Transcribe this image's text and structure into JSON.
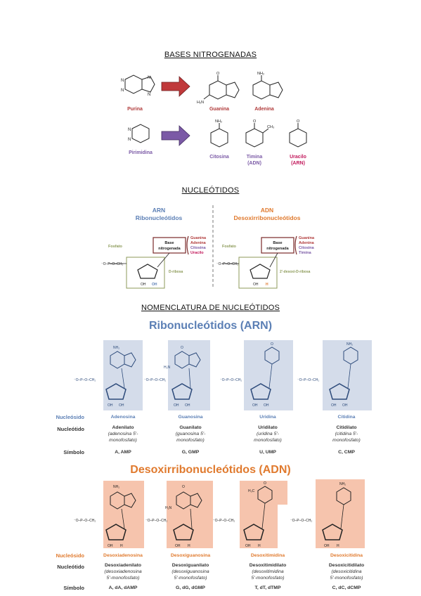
{
  "sections": {
    "bases_title": "BASES NITROGENADAS",
    "nucleotidos_title": "NUCLEÓTIDOS",
    "nomenclatura_title": "NOMENCLATURA DE NUCLEÓTIDOS"
  },
  "bases": {
    "purina": "Purina",
    "guanina": "Guanina",
    "adenina": "Adenina",
    "pirimidina": "Pirimidina",
    "citosina": "Citosina",
    "timina": "Timina",
    "timina_sub": "(ADN)",
    "uracilo": "Uracilo",
    "uracilo_sub": "(ARN)",
    "colors": {
      "purine_arrow": "#c0393b",
      "pyrimidine_arrow": "#7b5aa6",
      "purine_text": "#b03a3a",
      "pyrimidine_text": "#7b5aa6",
      "uracil_text": "#c2185b"
    }
  },
  "nucleotidos": {
    "arn_title": "ARN",
    "arn_sub": "Ribonucleótidos",
    "adn_title": "ADN",
    "adn_sub": "Desoxirribonucleótidos",
    "fosfato": "Fosfato",
    "base_box_1": "Base",
    "base_box_2": "nitrogenada",
    "arn_bases": [
      "Guanina",
      "Adenina",
      "Citosina",
      "Uracilo"
    ],
    "adn_bases": [
      "Guanina",
      "Adenina",
      "Citosina",
      "Timina"
    ],
    "d_ribosa": "D-ribosa",
    "desoxi_ribosa": "2'-desoxi-D-ribosa"
  },
  "nomenclatura": {
    "ribo_title": "Ribonucleótidos (ARN)",
    "desoxi_title": "Desoxirribonucleótidos (ADN)",
    "row_labels": {
      "nucleosido": "Nucleósido",
      "nucleotido": "Nucleótido",
      "simbolo": "Símbolo"
    },
    "ribo": [
      {
        "nucleosido": "Adenosina",
        "nucleotido": "Adenilato",
        "nucleotido_sub": "(adenosina 5'-",
        "nucleotido_sub2": "monofosfato)",
        "simbolo": "A, AMP"
      },
      {
        "nucleosido": "Guanosina",
        "nucleotido": "Guanilato",
        "nucleotido_sub": "(guanosina 5'-",
        "nucleotido_sub2": "monofosfato)",
        "simbolo": "G, GMP"
      },
      {
        "nucleosido": "Uridina",
        "nucleotido": "Uridilato",
        "nucleotido_sub": "(uridina 5'-",
        "nucleotido_sub2": "monofosfato)",
        "simbolo": "U, UMP"
      },
      {
        "nucleosido": "Citidina",
        "nucleotido": "Citidilato",
        "nucleotido_sub": "(citidina 5'-",
        "nucleotido_sub2": "monofosfato)",
        "simbolo": "C, CMP"
      }
    ],
    "desoxi": [
      {
        "nucleosido": "Desoxiadenosina",
        "nucleotido": "Desoxiadenilato",
        "nucleotido_sub": "(desoxiadenosina",
        "nucleotido_sub2": "5'-monofosfato)",
        "simbolo": "A, dA, dAMP"
      },
      {
        "nucleosido": "Desoxiguanosina",
        "nucleotido": "Desoxiguanilato",
        "nucleotido_sub": "(desoxiguanosina",
        "nucleotido_sub2": "5'-monofosfato)",
        "simbolo": "G, dG, dGMP"
      },
      {
        "nucleosido": "Desoxitimidina",
        "nucleotido": "Desoxitimidilato",
        "nucleotido_sub": "(desoxitimidina",
        "nucleotido_sub2": "5'-monofosfato)",
        "simbolo": "T, dT, dTMP"
      },
      {
        "nucleosido": "Desoxicitidina",
        "nucleotido": "Desoxicitidilato",
        "nucleotido_sub": "(desoxicitidina",
        "nucleotido_sub2": "5'-monofosfato)",
        "simbolo": "C, dC, dCMP"
      }
    ],
    "colors": {
      "ribo": "#5b7fb5",
      "ribo_bg": "#d4dcea",
      "desoxi": "#e07a2e",
      "desoxi_bg": "#f6c4ad"
    }
  }
}
